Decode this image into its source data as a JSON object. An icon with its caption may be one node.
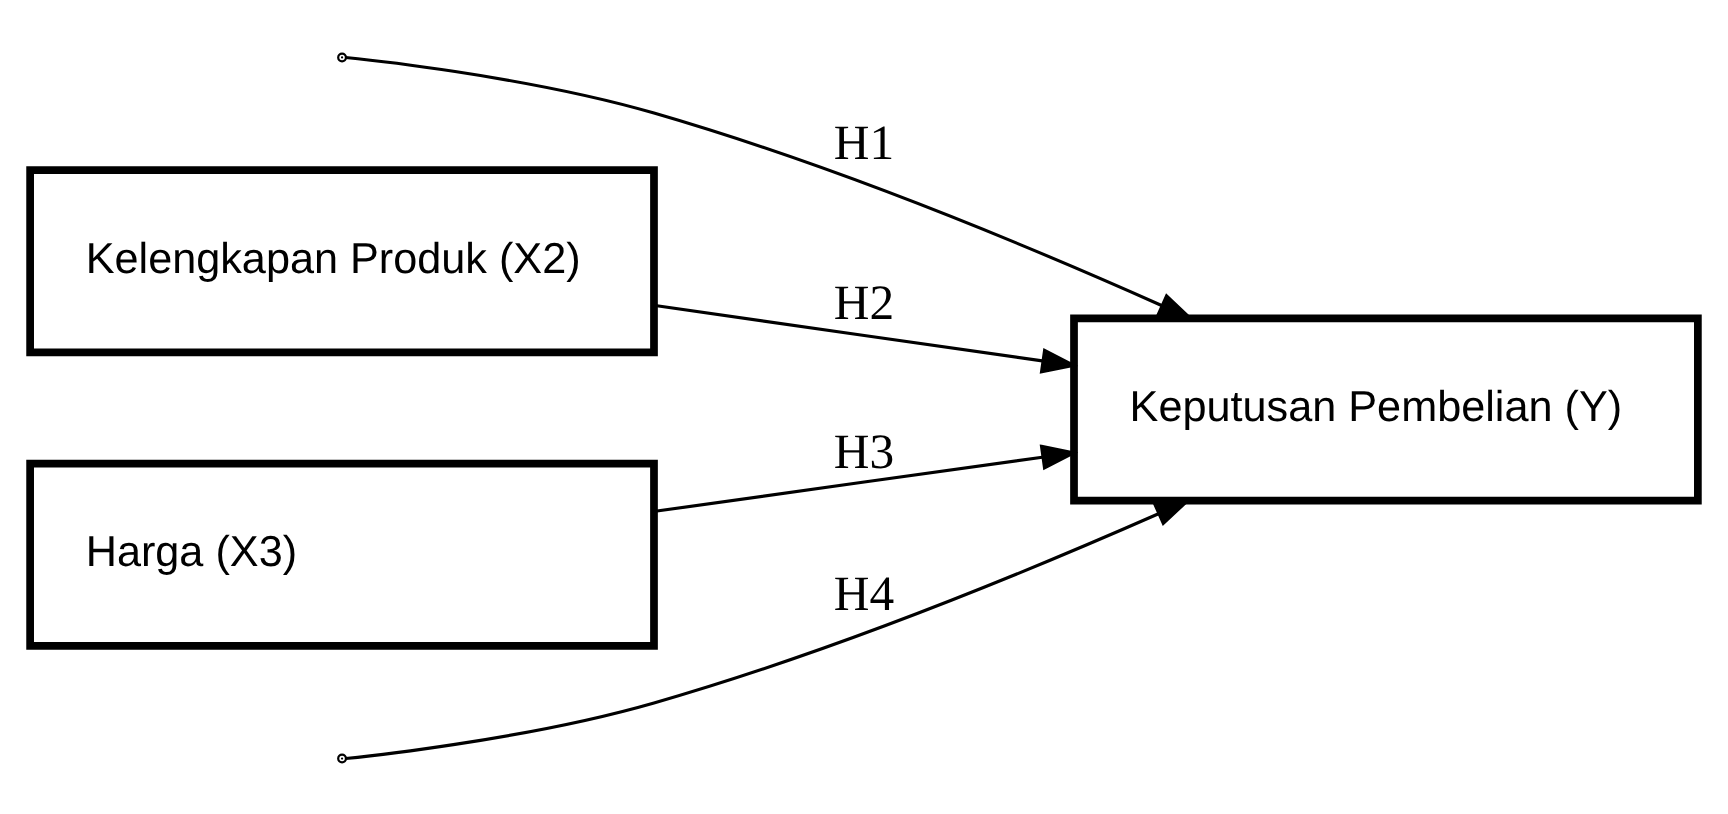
{
  "diagram": {
    "nodes": [
      {
        "text": [
          "Kelengkapan Produk (X2)"
        ]
      },
      {
        "text": [
          "Harga (X3)"
        ]
      },
      {
        "text": [
          "Keputusan Pembelian (Y)"
        ]
      }
    ],
    "edges": [
      {
        "from": null,
        "to": 2,
        "arrow": "to",
        "label": "H1"
      },
      {
        "from": 0,
        "to": 2,
        "arrow": "to",
        "label": "H2"
      },
      {
        "from": 1,
        "to": 2,
        "arrow": "to",
        "label": "H3"
      },
      {
        "from": null,
        "to": 2,
        "arrow": "to",
        "label": "H4"
      }
    ]
  }
}
